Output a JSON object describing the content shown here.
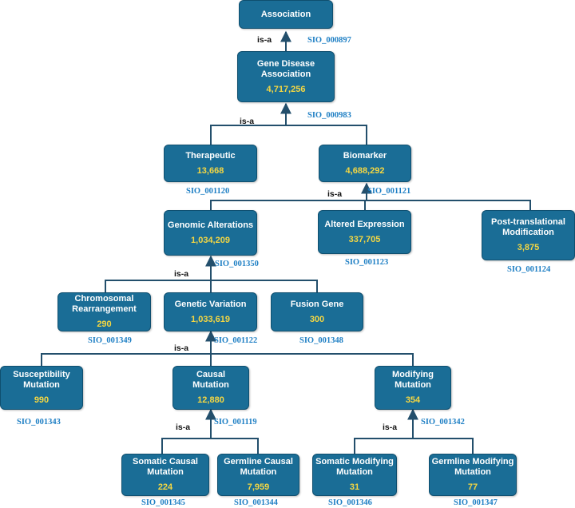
{
  "relation_label": "is-a",
  "nodes": {
    "association": {
      "label": "Association",
      "count": "",
      "sio": "SIO_000897"
    },
    "gene_disease_association": {
      "label": "Gene Disease\nAssociation",
      "count": "4,717,256",
      "sio": "SIO_000983"
    },
    "therapeutic": {
      "label": "Therapeutic",
      "count": "13,668",
      "sio": "SIO_001120"
    },
    "biomarker": {
      "label": "Biomarker",
      "count": "4,688,292",
      "sio": "SIO_001121"
    },
    "genomic_alterations": {
      "label": "Genomic Alterations",
      "count": "1,034,209",
      "sio": "SIO_001350"
    },
    "altered_expression": {
      "label": "Altered Expression",
      "count": "337,705",
      "sio": "SIO_001123"
    },
    "post_translational_modification": {
      "label": "Post-translational\nModification",
      "count": "3,875",
      "sio": "SIO_001124"
    },
    "chromosomal_rearrangement": {
      "label": "Chromosomal\nRearrangement",
      "count": "290",
      "sio": "SIO_001349"
    },
    "genetic_variation": {
      "label": "Genetic Variation",
      "count": "1,033,619",
      "sio": "SIO_001122"
    },
    "fusion_gene": {
      "label": "Fusion Gene",
      "count": "300",
      "sio": "SIO_001348"
    },
    "susceptibility_mutation": {
      "label": "Susceptibility\nMutation",
      "count": "990",
      "sio": "SIO_001343"
    },
    "causal_mutation": {
      "label": "Causal\nMutation",
      "count": "12,880",
      "sio": "SIO_001119"
    },
    "modifying_mutation": {
      "label": "Modifying\nMutation",
      "count": "354",
      "sio": "SIO_001342"
    },
    "somatic_causal_mutation": {
      "label": "Somatic Causal\nMutation",
      "count": "224",
      "sio": "SIO_001345"
    },
    "germline_causal_mutation": {
      "label": "Germline Causal\nMutation",
      "count": "7,959",
      "sio": "SIO_001344"
    },
    "somatic_modifying_mutation": {
      "label": "Somatic Modifying\nMutation",
      "count": "31",
      "sio": "SIO_001346"
    },
    "germline_modifying_mutation": {
      "label": "Germline Modifying\nMutation",
      "count": "77",
      "sio": "SIO_001347"
    }
  }
}
